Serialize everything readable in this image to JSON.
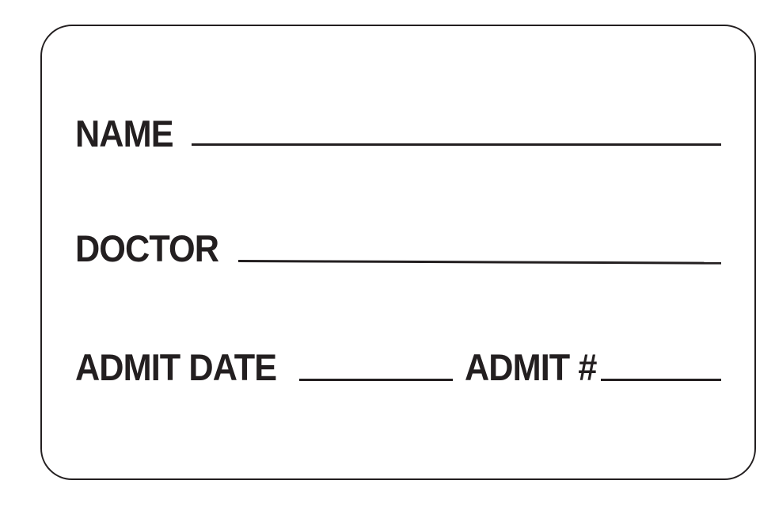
{
  "label": {
    "fields": {
      "name": "NAME",
      "doctor": "DOCTOR",
      "admit_date": "ADMIT DATE",
      "admit_number": "ADMIT #"
    }
  },
  "colors": {
    "ink": "#231f20",
    "background": "#ffffff"
  }
}
